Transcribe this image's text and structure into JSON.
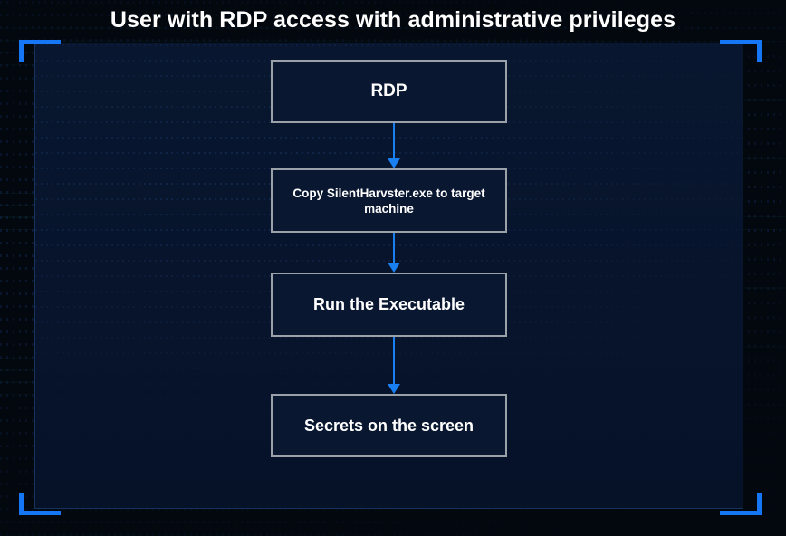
{
  "slide": {
    "title": "User with RDP access with administrative privileges",
    "background_color": "#03070e",
    "panel_color": "#081630",
    "accent_color": "#1577f5",
    "node_border_color": "#9aa1a9",
    "node_fill_color": "#0a1731",
    "arrow_color": "#1a7ff0",
    "text_color": "#ffffff"
  },
  "brackets": [
    {
      "name": "top-left"
    },
    {
      "name": "top-right"
    },
    {
      "name": "bottom-left"
    },
    {
      "name": "bottom-right"
    }
  ],
  "flow": {
    "nodes": [
      {
        "id": "rdp",
        "label": "RDP"
      },
      {
        "id": "copy",
        "label": "Copy  SilentHarvster.exe to target machine"
      },
      {
        "id": "run",
        "label": "Run the Executable"
      },
      {
        "id": "secrets",
        "label": "Secrets on the screen"
      }
    ],
    "arrows": [
      {
        "from": "rdp",
        "to": "copy",
        "icon": "arrow-down-icon"
      },
      {
        "from": "copy",
        "to": "run",
        "icon": "arrow-down-icon"
      },
      {
        "from": "run",
        "to": "secrets",
        "icon": "arrow-down-icon"
      }
    ]
  }
}
